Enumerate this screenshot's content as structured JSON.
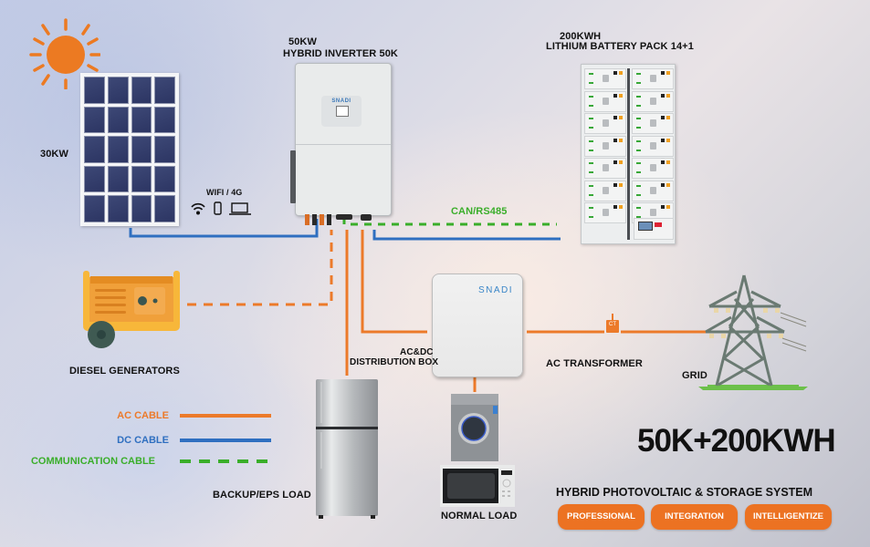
{
  "colors": {
    "ac_cable": "#ec7a2a",
    "dc_cable": "#2f6fc0",
    "communication_cable": "#3aae2a",
    "accent_orange": "#ec7222",
    "text": "#111111"
  },
  "components": {
    "solar": {
      "label": "30KW",
      "icon": "solar-panel-icon"
    },
    "sun": {
      "icon": "sun-icon"
    },
    "inverter": {
      "title_line1": "50KW",
      "title_line2": "HYBRID INVERTER 50K",
      "brand": "SNADI"
    },
    "battery": {
      "title_line1": "200KWH",
      "title_line2": "LITHIUM BATTERY PACK  14+1",
      "modules_per_column": 7,
      "columns": 2
    },
    "connectivity": {
      "label": "WIFI / 4G",
      "icons": [
        "wifi-icon",
        "phone-icon",
        "laptop-icon"
      ]
    },
    "can_bus": {
      "label": "CAN/RS485"
    },
    "generator": {
      "label": "DIESEL GENERATORS",
      "icon": "diesel-generator-icon"
    },
    "distribution_box": {
      "label_line1": "AC&DC",
      "label_line2": "DISTRIBUTION BOX",
      "brand": "SNADI"
    },
    "transformer": {
      "label": "AC TRANSFORMER",
      "ct_label": "CT"
    },
    "grid": {
      "label": "GRID",
      "icon": "transmission-tower-icon"
    },
    "backup_load": {
      "label": "BACKUP/EPS LOAD",
      "icon": "refrigerator-icon"
    },
    "normal_load": {
      "label": "NORMAL LOAD",
      "icons": [
        "washing-machine-icon",
        "microwave-icon"
      ]
    }
  },
  "legend": [
    {
      "label": "AC CABLE",
      "style": "solid",
      "color": "#ec7a2a"
    },
    {
      "label": "DC CABLE",
      "style": "solid",
      "color": "#2f6fc0"
    },
    {
      "label": "COMMUNICATION CABLE",
      "style": "dashed",
      "color": "#3aae2a"
    }
  ],
  "headline": "50K+200KWH",
  "subheadline": "HYBRID PHOTOVOLTAIC & STORAGE SYSTEM",
  "buttons": [
    "PROFESSIONAL",
    "INTEGRATION",
    "INTELLIGENTIZE"
  ]
}
